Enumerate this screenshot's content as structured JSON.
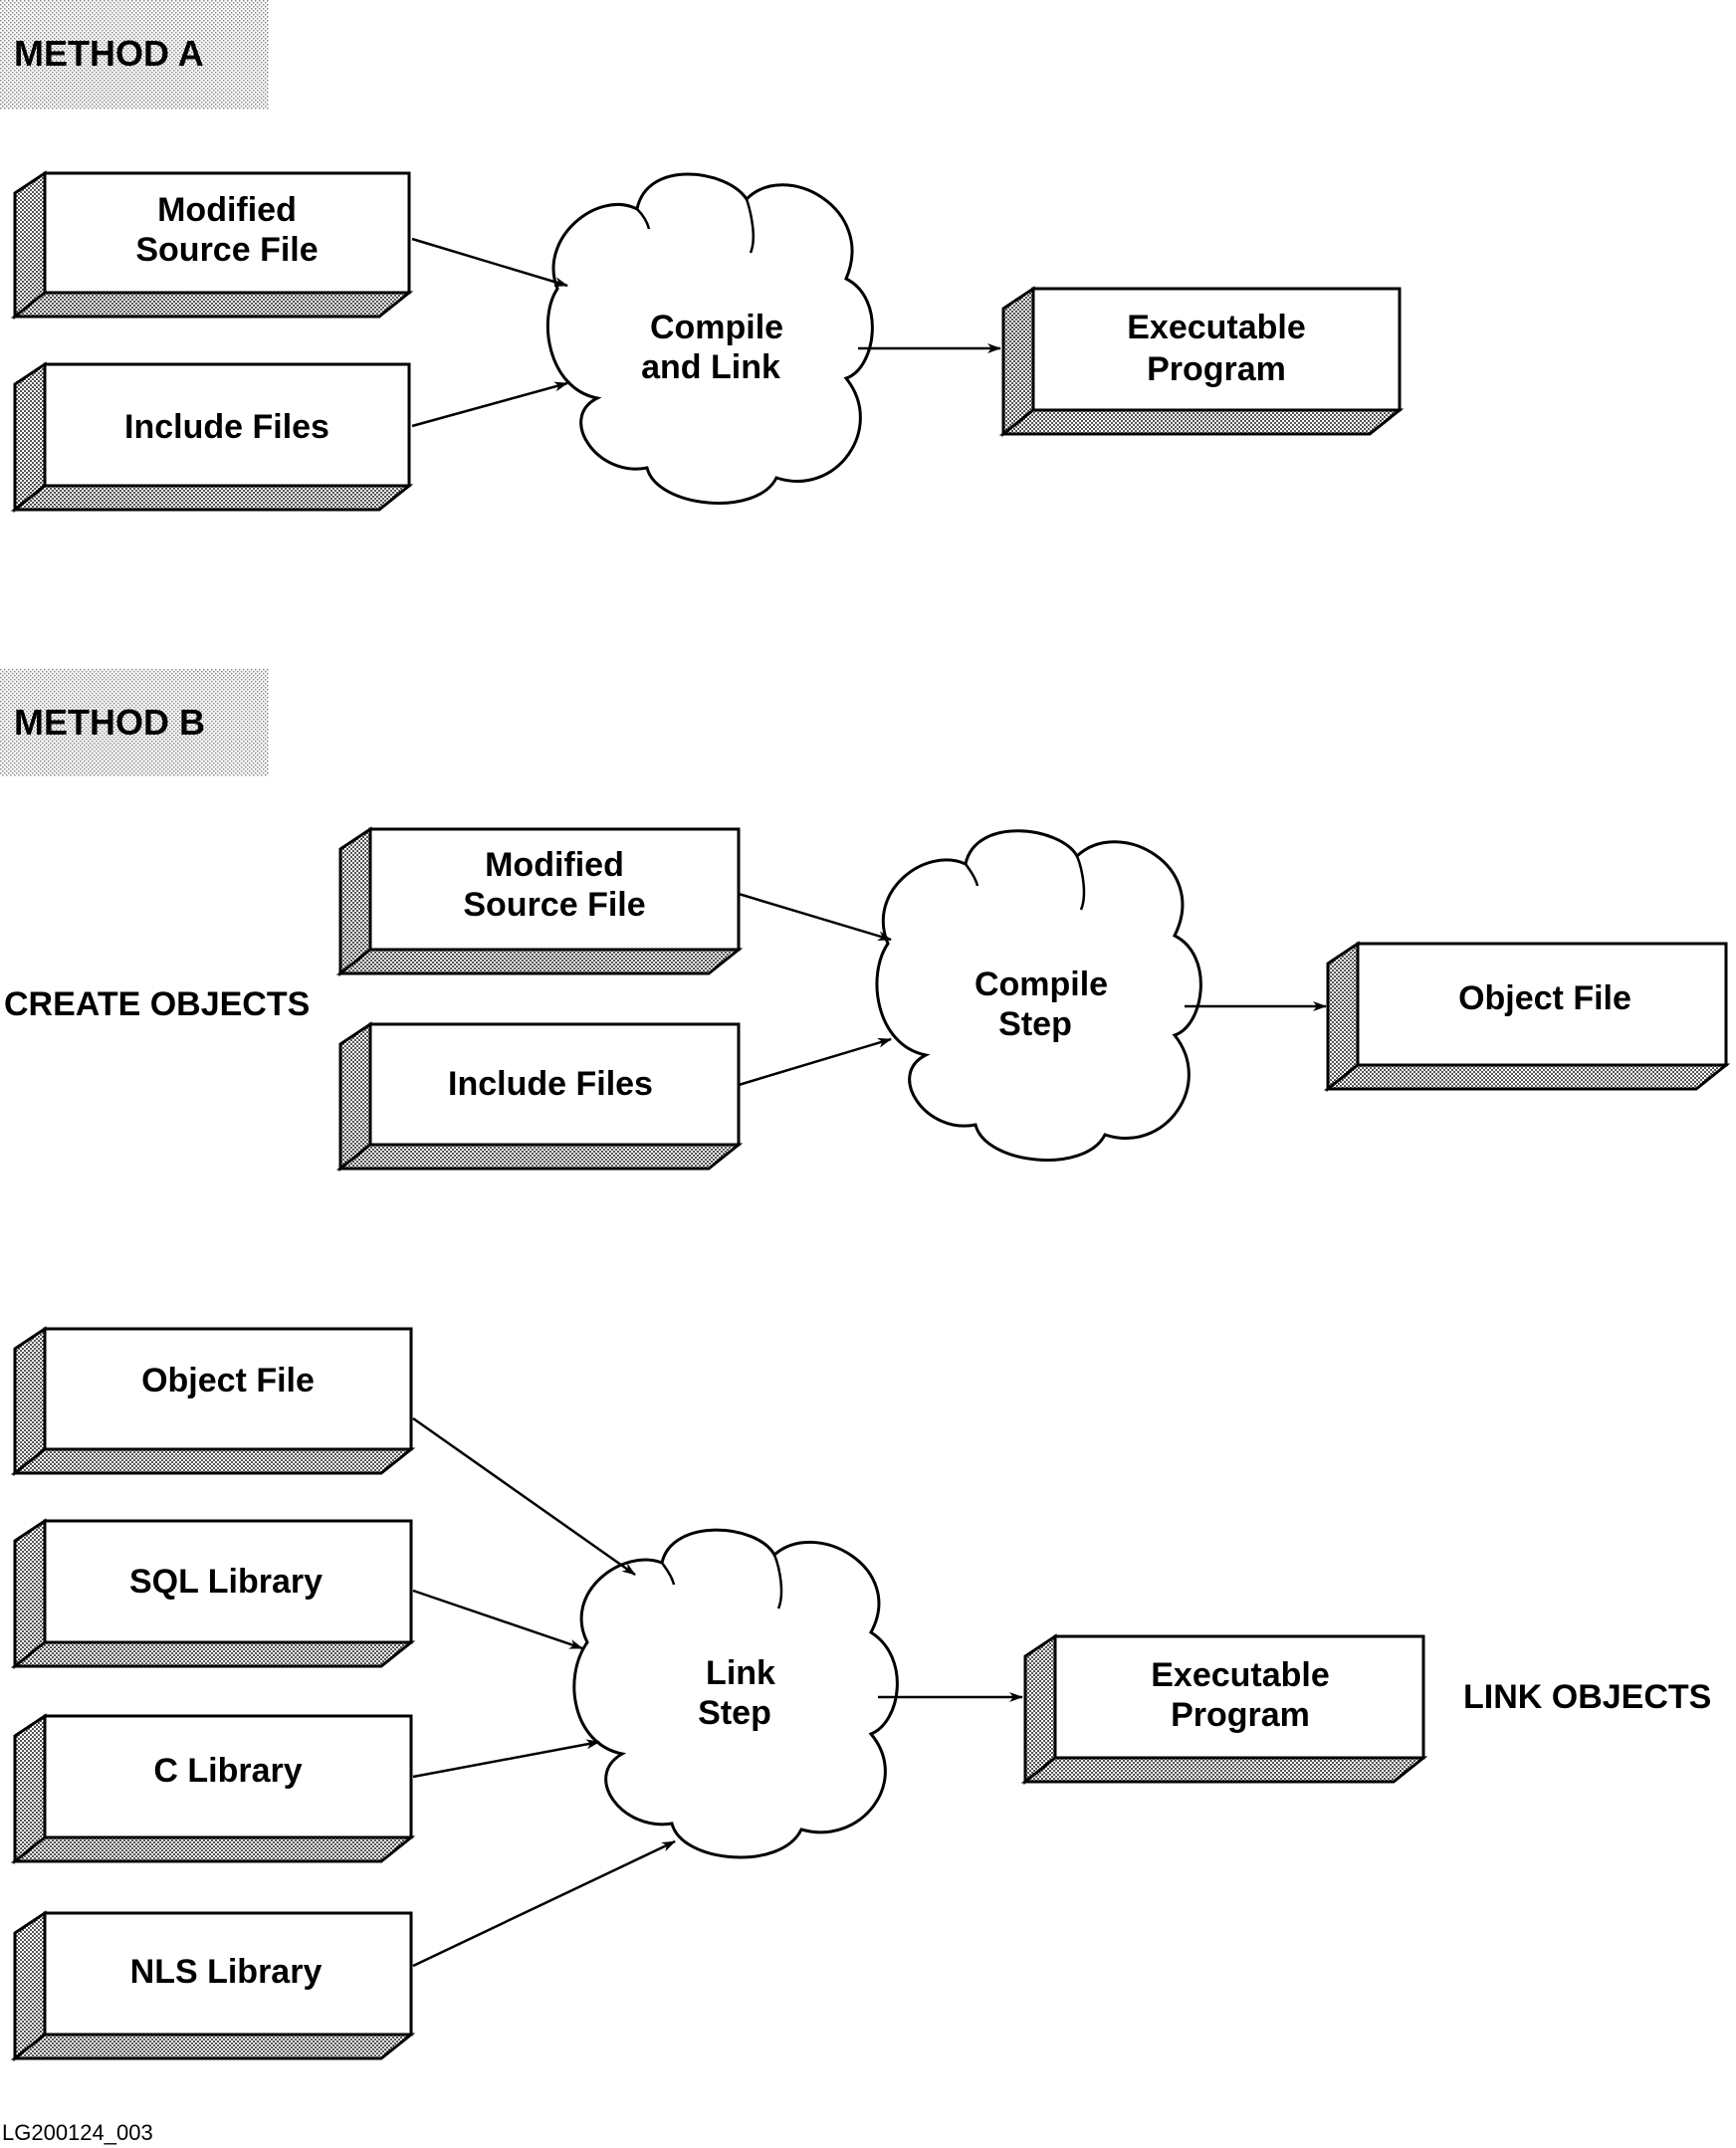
{
  "method_a": {
    "heading": "METHOD A",
    "inputs": [
      {
        "line1": "Modified",
        "line2": "Source File"
      },
      {
        "line1": "Include Files",
        "line2": ""
      }
    ],
    "process": {
      "line1": "Compile",
      "line2": "and Link"
    },
    "output": {
      "line1": "Executable",
      "line2": "Program"
    }
  },
  "method_b": {
    "heading": "METHOD B",
    "create_section_label": "CREATE OBJECTS",
    "create_inputs": [
      {
        "line1": "Modified",
        "line2": "Source File"
      },
      {
        "line1": "Include Files",
        "line2": ""
      }
    ],
    "create_process": {
      "line1": "Compile",
      "line2": "Step"
    },
    "create_output": {
      "line1": "Object File",
      "line2": ""
    },
    "link_section_label": "LINK OBJECTS",
    "link_inputs": [
      {
        "line1": "Object File",
        "line2": ""
      },
      {
        "line1": "SQL Library",
        "line2": ""
      },
      {
        "line1": "C Library",
        "line2": ""
      },
      {
        "line1": "NLS Library",
        "line2": ""
      }
    ],
    "link_process": {
      "line1": "Link",
      "line2": "Step"
    },
    "link_output": {
      "line1": "Executable",
      "line2": "Program"
    }
  },
  "figure_id": "LG200124_003"
}
